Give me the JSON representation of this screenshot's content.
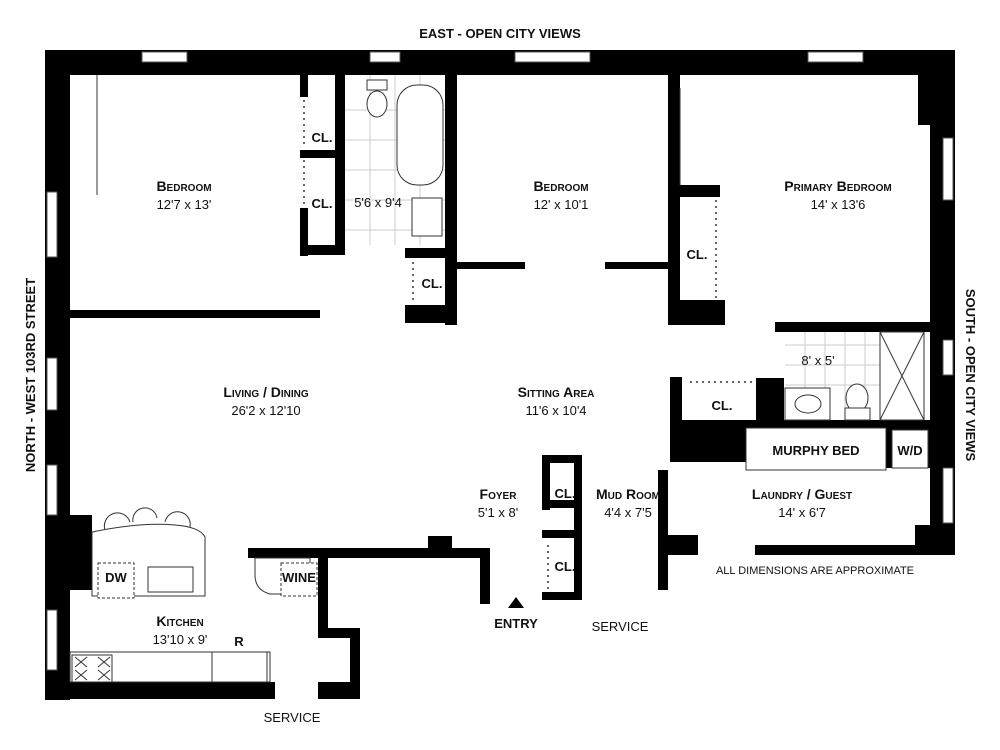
{
  "orientation": {
    "top": "EAST  -  OPEN CITY VIEWS",
    "left": "NORTH  -  WEST  103RD STREET",
    "right": "SOUTH  -  OPEN CITY VIEWS"
  },
  "rooms": {
    "bedroom1": {
      "name": "Bedroom",
      "dim": "12'7 x 13'"
    },
    "bath1": {
      "dim": "5'6 x 9'4"
    },
    "bedroom2": {
      "name": "Bedroom",
      "dim": "12' x 10'1"
    },
    "primary": {
      "name": "Primary Bedroom",
      "dim": "14' x 13'6"
    },
    "living": {
      "name": "Living / Dining",
      "dim": "26'2 x 12'10"
    },
    "sitting": {
      "name": "Sitting Area",
      "dim": "11'6 x 10'4"
    },
    "foyer": {
      "name": "Foyer",
      "dim": "5'1 x 8'"
    },
    "mudroom": {
      "name": "Mud Room",
      "dim": "4'4 x 7'5"
    },
    "laundry": {
      "name": "Laundry / Guest",
      "dim": "14' x 6'7"
    },
    "bath2": {
      "dim": "8' x 5'"
    },
    "kitchen": {
      "name": "Kitchen",
      "dim": "13'10 x 9'"
    }
  },
  "labels": {
    "closet": "CL.",
    "murphy_bed": "MURPHY BED",
    "wd": "W/D",
    "dw": "DW",
    "wine": "WINE",
    "fridge": "R",
    "entry": "ENTRY",
    "service": "SERVICE",
    "disclaimer": "ALL DIMENSIONS ARE APPROXIMATE"
  }
}
